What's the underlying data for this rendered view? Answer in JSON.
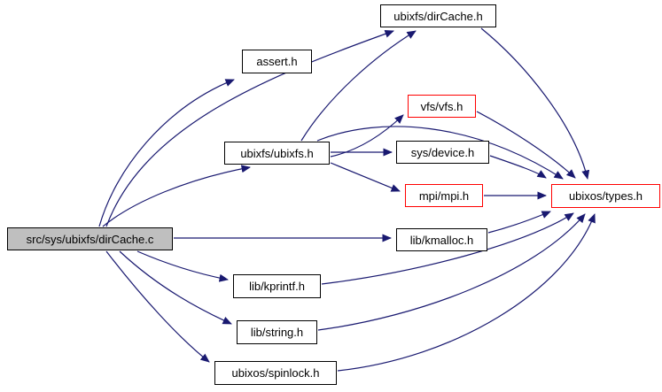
{
  "diagram": {
    "kind": "include-dependency-graph",
    "colors": {
      "edge": "#191970",
      "node_border": "#000000",
      "linked_node_border": "#ff0000",
      "focus_node_fill": "#bfbfbf",
      "node_fill": "#ffffff",
      "background": "#ffffff",
      "text": "#000000"
    },
    "nodes": [
      {
        "id": "dircache-c",
        "label": "src/sys/ubixfs/dirCache.c",
        "style": "focus"
      },
      {
        "id": "assert-h",
        "label": "assert.h",
        "style": "plain"
      },
      {
        "id": "dircache-h",
        "label": "ubixfs/dirCache.h",
        "style": "plain"
      },
      {
        "id": "ubixfs-h",
        "label": "ubixfs/ubixfs.h",
        "style": "plain"
      },
      {
        "id": "vfs-h",
        "label": "vfs/vfs.h",
        "style": "linked"
      },
      {
        "id": "device-h",
        "label": "sys/device.h",
        "style": "plain"
      },
      {
        "id": "mpi-h",
        "label": "mpi/mpi.h",
        "style": "linked"
      },
      {
        "id": "types-h",
        "label": "ubixos/types.h",
        "style": "linked"
      },
      {
        "id": "kmalloc-h",
        "label": "lib/kmalloc.h",
        "style": "plain"
      },
      {
        "id": "kprintf-h",
        "label": "lib/kprintf.h",
        "style": "plain"
      },
      {
        "id": "string-h",
        "label": "lib/string.h",
        "style": "plain"
      },
      {
        "id": "spinlock-h",
        "label": "ubixos/spinlock.h",
        "style": "plain"
      }
    ],
    "edges": [
      {
        "from": "dircache-c",
        "to": "assert-h"
      },
      {
        "from": "dircache-c",
        "to": "dircache-h"
      },
      {
        "from": "dircache-c",
        "to": "ubixfs-h"
      },
      {
        "from": "dircache-c",
        "to": "kmalloc-h"
      },
      {
        "from": "dircache-c",
        "to": "kprintf-h"
      },
      {
        "from": "dircache-c",
        "to": "string-h"
      },
      {
        "from": "dircache-c",
        "to": "spinlock-h"
      },
      {
        "from": "ubixfs-h",
        "to": "dircache-h"
      },
      {
        "from": "ubixfs-h",
        "to": "vfs-h"
      },
      {
        "from": "ubixfs-h",
        "to": "device-h"
      },
      {
        "from": "ubixfs-h",
        "to": "mpi-h"
      },
      {
        "from": "ubixfs-h",
        "to": "types-h"
      },
      {
        "from": "dircache-h",
        "to": "types-h"
      },
      {
        "from": "vfs-h",
        "to": "types-h"
      },
      {
        "from": "device-h",
        "to": "types-h"
      },
      {
        "from": "mpi-h",
        "to": "types-h"
      },
      {
        "from": "kmalloc-h",
        "to": "types-h"
      },
      {
        "from": "kprintf-h",
        "to": "types-h"
      },
      {
        "from": "string-h",
        "to": "types-h"
      },
      {
        "from": "spinlock-h",
        "to": "types-h"
      }
    ]
  }
}
